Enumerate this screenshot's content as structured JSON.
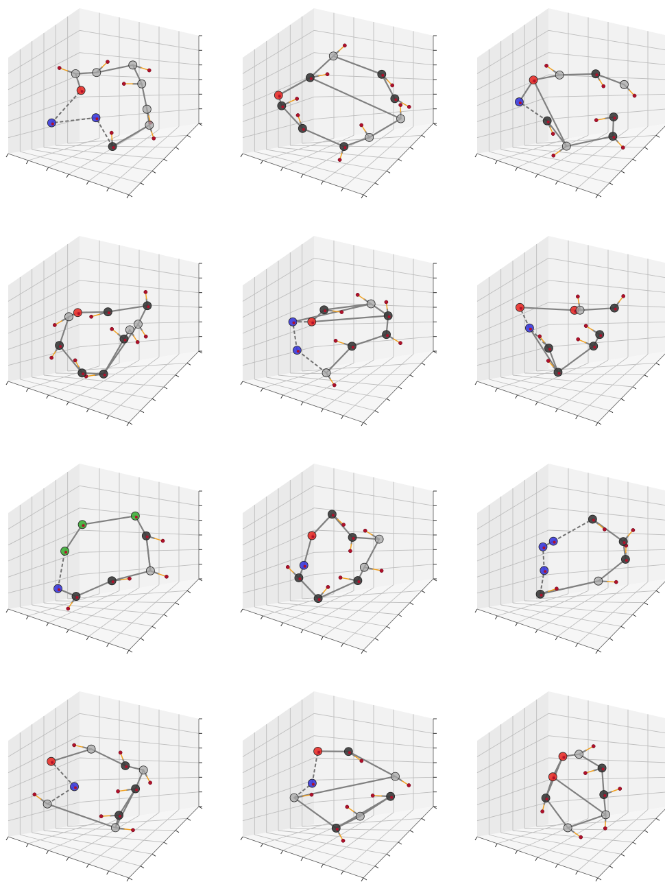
{
  "colors": {
    "C": "#3a3a3a",
    "N": "#3b3bdb",
    "O": "#e8302a",
    "Cl": "#3fae3a",
    "H_stub": "#b0102a",
    "ghost_C": "#a8a8a8",
    "bond": "#808080",
    "h_bond": "#f0a020"
  },
  "grid": {
    "rows": 4,
    "cols": 3
  },
  "chart_data": [
    {
      "type": "scatter3d",
      "panel": 1,
      "title": "",
      "atoms": [
        "C",
        "C",
        "C",
        "N",
        "N",
        "O",
        "C",
        "C",
        "C",
        "C"
      ],
      "grid": true
    },
    {
      "type": "scatter3d",
      "panel": 2,
      "title": "",
      "atoms": [
        "C",
        "C",
        "C",
        "C",
        "C",
        "O",
        "C",
        "C",
        "C",
        "C"
      ],
      "grid": true
    },
    {
      "type": "scatter3d",
      "panel": 3,
      "title": "",
      "atoms": [
        "C",
        "C",
        "C",
        "C",
        "N",
        "O",
        "C",
        "C",
        "C"
      ],
      "grid": true
    },
    {
      "type": "scatter3d",
      "panel": 4,
      "title": "",
      "atoms": [
        "C",
        "C",
        "C",
        "C",
        "C",
        "C",
        "O",
        "C",
        "C",
        "C"
      ],
      "grid": true
    },
    {
      "type": "scatter3d",
      "panel": 5,
      "title": "",
      "atoms": [
        "C",
        "C",
        "C",
        "N",
        "N",
        "O",
        "C",
        "C",
        "C"
      ],
      "grid": true
    },
    {
      "type": "scatter3d",
      "panel": 6,
      "title": "",
      "atoms": [
        "C",
        "C",
        "C",
        "C",
        "N",
        "O",
        "O",
        "C",
        "C"
      ],
      "grid": true
    },
    {
      "type": "scatter3d",
      "panel": 7,
      "title": "",
      "atoms": [
        "C",
        "C",
        "C",
        "N",
        "Cl",
        "Cl",
        "Cl",
        "C"
      ],
      "grid": true
    },
    {
      "type": "scatter3d",
      "panel": 8,
      "title": "",
      "atoms": [
        "C",
        "C",
        "C",
        "C",
        "N",
        "O",
        "C",
        "C",
        "C"
      ],
      "grid": true
    },
    {
      "type": "scatter3d",
      "panel": 9,
      "title": "",
      "atoms": [
        "C",
        "C",
        "C",
        "N",
        "N",
        "N",
        "C",
        "C"
      ],
      "grid": true
    },
    {
      "type": "scatter3d",
      "panel": 10,
      "title": "",
      "atoms": [
        "C",
        "C",
        "C",
        "C",
        "N",
        "O",
        "C",
        "C",
        "C"
      ],
      "grid": true
    },
    {
      "type": "scatter3d",
      "panel": 11,
      "title": "",
      "atoms": [
        "C",
        "C",
        "C",
        "C",
        "N",
        "O",
        "C",
        "C"
      ],
      "grid": true
    },
    {
      "type": "scatter3d",
      "panel": 12,
      "title": "",
      "atoms": [
        "C",
        "C",
        "C",
        "C",
        "O",
        "O",
        "C",
        "C"
      ],
      "grid": true
    }
  ]
}
